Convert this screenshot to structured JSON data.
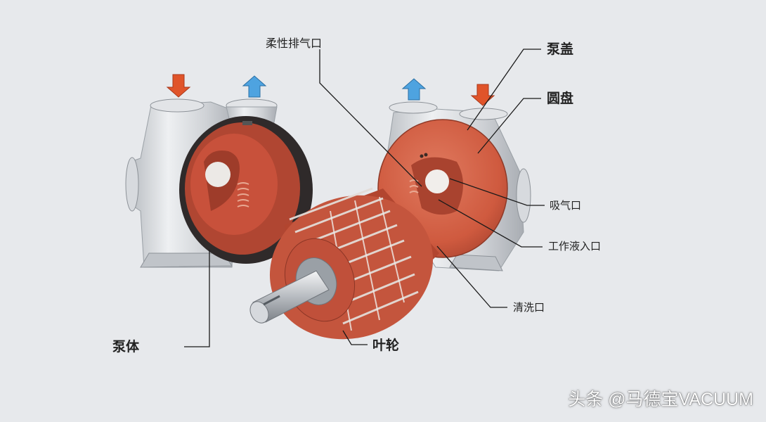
{
  "labels": {
    "flexible_exhaust": "柔性排气口",
    "pump_cover": "泵盖",
    "disc": "圆盘",
    "suction_port": "吸气口",
    "working_fluid_inlet": "工作液入口",
    "cleaning_port": "清洗口",
    "pump_body": "泵体",
    "impeller": "叶轮"
  },
  "watermark": "头条 @马德宝VACUUM",
  "colors": {
    "background": "#e7e9ec",
    "inlet_arrow": "#e0542a",
    "outlet_arrow": "#4ea3e0",
    "casting_red": "#c8513b",
    "steel": "#c9ccd0",
    "leader_line": "#1a1a1a"
  },
  "icons": [
    "down-arrow-icon",
    "up-arrow-icon"
  ]
}
